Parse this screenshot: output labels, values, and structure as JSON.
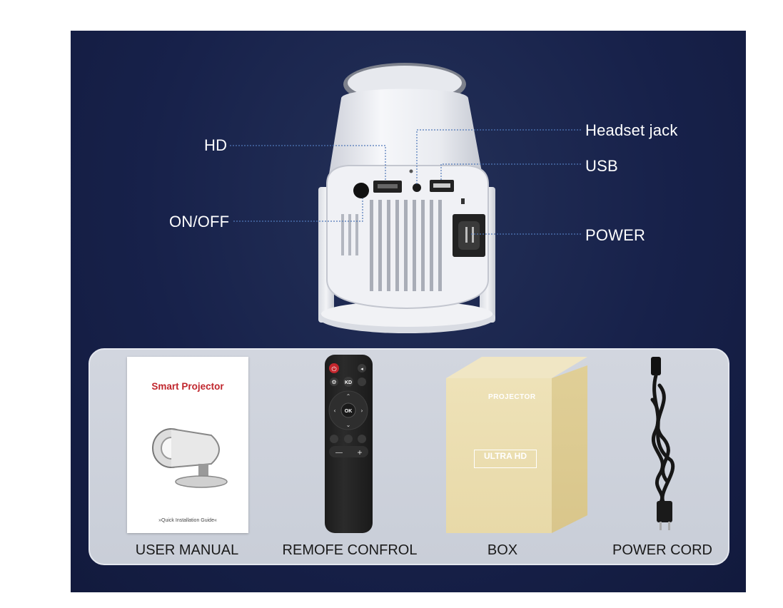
{
  "callouts": {
    "hd": "HD",
    "on_off": "ON/OFF",
    "headset_jack": "Headset jack",
    "usb": "USB",
    "power": "POWER"
  },
  "manual": {
    "title": "Smart Projector",
    "footer": "»Quick Installation Guide«"
  },
  "remote": {
    "ok": "OK",
    "kd": "KD",
    "minus": "—",
    "plus": "+"
  },
  "box": {
    "brand": "PROJECTOR",
    "ultra": "ULTRA HD"
  },
  "accessories": {
    "user_manual": "USER MANUAL",
    "remote_control": "REMOFE CONFROL",
    "box": "BOX",
    "power_cord": "POWER CORD"
  },
  "colors": {
    "background": "#17214a",
    "callout_line": "#4f77b8",
    "tray": "#ccd1da",
    "manual_title": "#c0262d",
    "box": "#ecdcab"
  },
  "icons": [
    "power-icon",
    "volume-icon",
    "settings-icon",
    "mouse-icon",
    "home-icon",
    "menu-icon",
    "back-icon"
  ]
}
